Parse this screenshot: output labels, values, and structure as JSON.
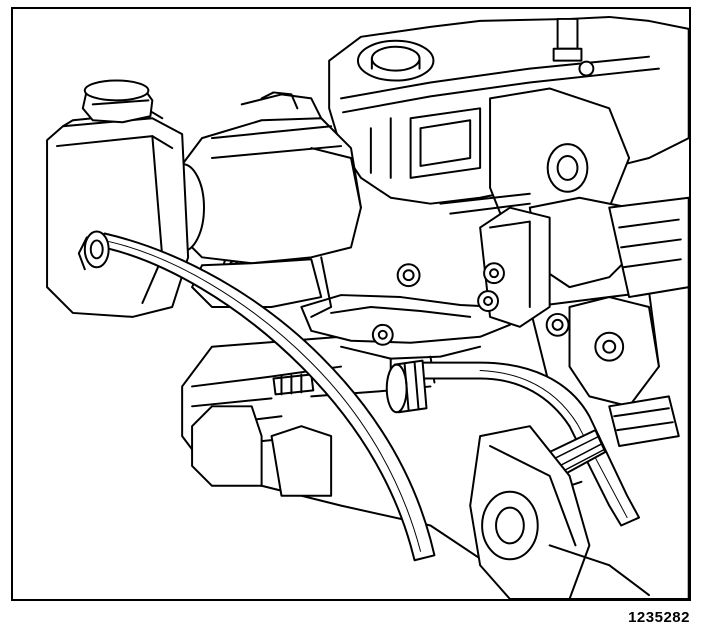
{
  "figure": {
    "id_number": "1235282"
  },
  "colors": {
    "line": "#000000",
    "fill": "#ffffff",
    "hatch": "#000000"
  },
  "parts": {
    "reservoir": "power-steering-fluid-reservoir",
    "reservoir_cap": "reservoir-cap",
    "left_hose": "inlet-hose",
    "right_hose": "outlet-hose",
    "hose_clamp": "hose-clamp",
    "mounting_bracket": "pump-mounting-bracket",
    "engine": "engine-block"
  }
}
